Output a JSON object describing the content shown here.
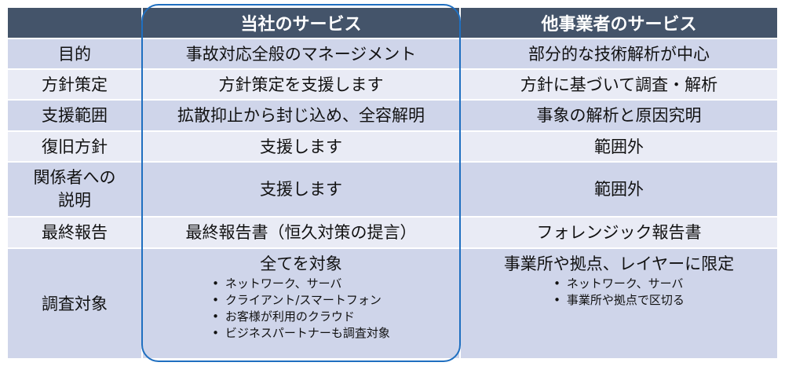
{
  "columns": {
    "ours": "当社のサービス",
    "others": "他事業者のサービス"
  },
  "rows": [
    {
      "label": "目的",
      "ours": "事故対応全般のマネージメント",
      "others": "部分的な技術解析が中心"
    },
    {
      "label": "方針策定",
      "ours": "方針策定を支援します",
      "others": "方針に基づいて調査・解析"
    },
    {
      "label": "支援範囲",
      "ours": "拡散抑止から封じ込め、全容解明",
      "others": "事象の解析と原因究明"
    },
    {
      "label": "復旧方針",
      "ours": "支援します",
      "others": "範囲外"
    },
    {
      "label_line1": "関係者への",
      "label_line2": "説明",
      "ours": "支援します",
      "others": "範囲外"
    },
    {
      "label": "最終報告",
      "ours": "最終報告書（恒久対策の提言）",
      "others": "フォレンジック報告書"
    },
    {
      "label": "調査対象",
      "ours": "全てを対象",
      "ours_items": [
        "ネットワーク、サーバ",
        "クライアント/スマートフォン",
        "お客様が利用のクラウド",
        "ビジネスパートナーも調査対象"
      ],
      "others": "事業所や拠点、レイヤーに限定",
      "others_items": [
        "ネットワーク、サーバ",
        "事業所や拠点で区切る"
      ]
    }
  ],
  "colors": {
    "header": "#44546a",
    "row_odd": "#cfd5ea",
    "row_even": "#e9ebf5",
    "highlight_border": "#1f6fc0"
  }
}
